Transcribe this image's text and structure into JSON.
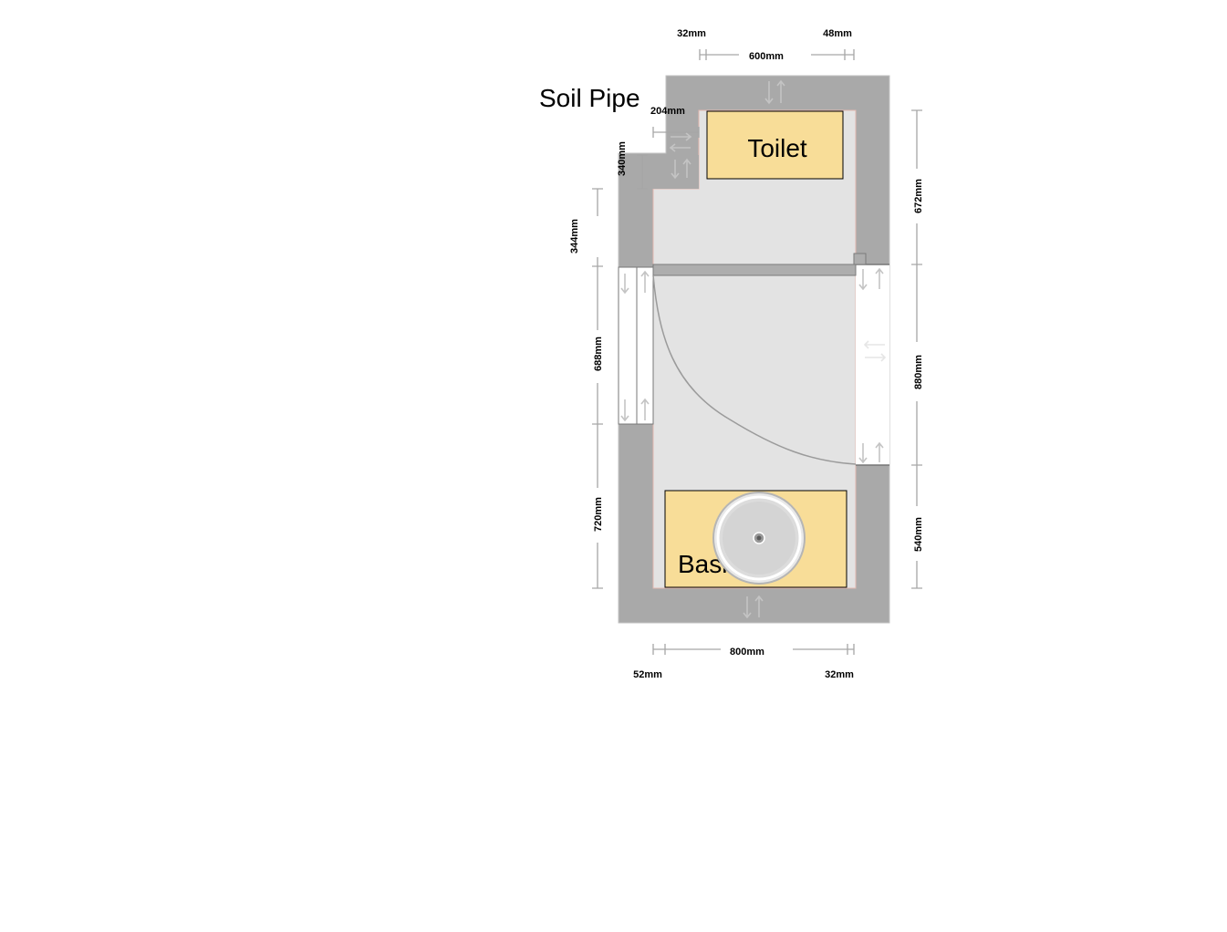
{
  "labels": {
    "soil_pipe": "Soil Pipe",
    "toilet": "Toilet",
    "basin": "Basin"
  },
  "dimensions": {
    "top_left_offset": "32mm",
    "top_right_offset": "48mm",
    "top_width": "600mm",
    "soil_pipe_width": "204mm",
    "soil_pipe_depth": "340mm",
    "left_upper": "344mm",
    "left_door": "688mm",
    "left_lower": "720mm",
    "right_upper": "672mm",
    "right_opening": "880mm",
    "right_lower": "540mm",
    "bottom_width": "800mm",
    "bottom_left_offset": "52mm",
    "bottom_right_offset": "32mm"
  },
  "colors": {
    "wall": "#a9a9a9",
    "floor": "#e3e3e3",
    "fixture": "#f8dd98",
    "outline": "#000000"
  }
}
